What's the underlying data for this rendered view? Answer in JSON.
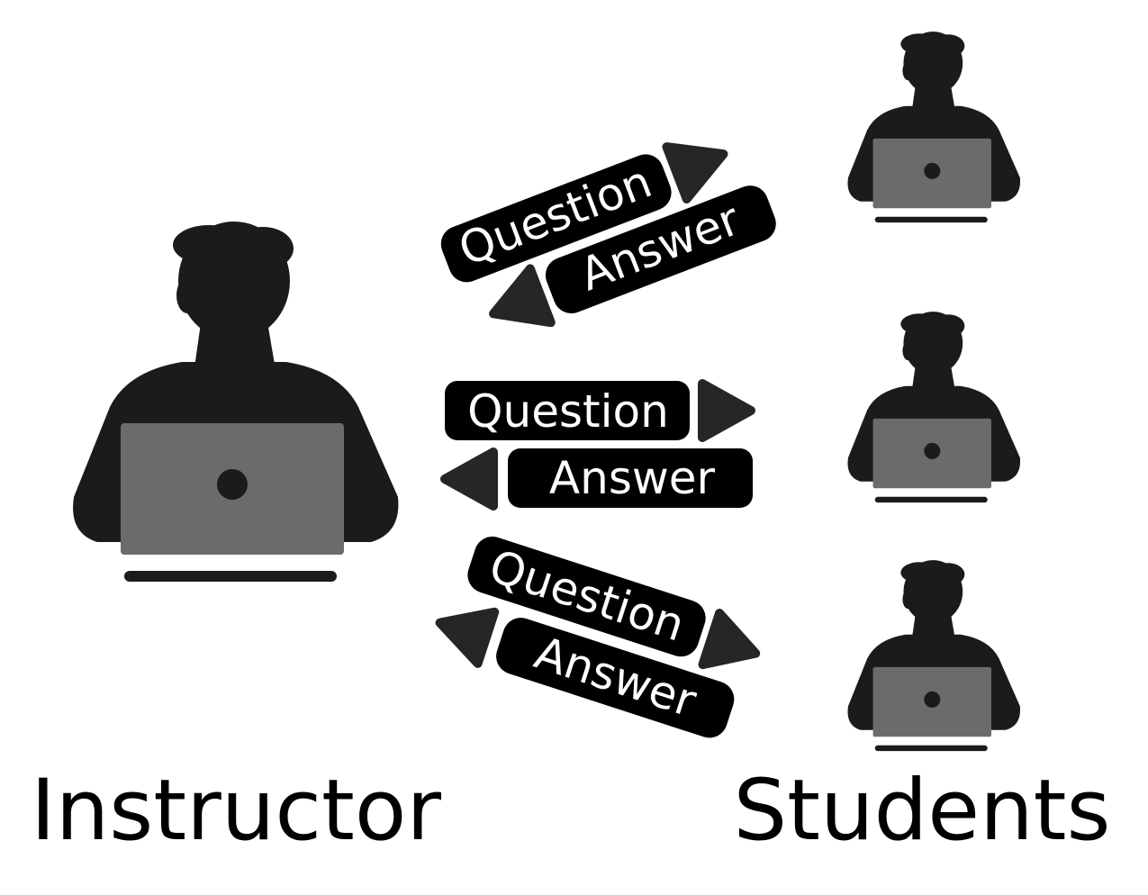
{
  "colors": {
    "background": "#ffffff",
    "silhouette": "#1b1b1b",
    "laptop_screen": "#6b6b6b",
    "pill": "#000000",
    "arrow": "#262626",
    "pill_text": "#ffffff"
  },
  "icons": {
    "instructor": "person-at-laptop-icon",
    "student": "person-at-laptop-icon"
  },
  "labels": {
    "instructor": "Instructor",
    "students": "Students"
  },
  "exchanges": [
    {
      "question": "Question",
      "answer": "Answer"
    },
    {
      "question": "Question",
      "answer": "Answer"
    },
    {
      "question": "Question",
      "answer": "Answer"
    }
  ]
}
